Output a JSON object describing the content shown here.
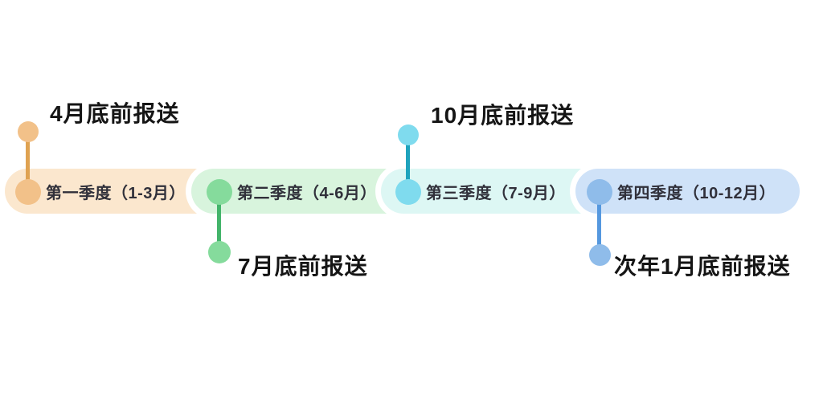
{
  "figure": {
    "type": "timeline-diagram",
    "background_color": "#ffffff",
    "pill_text_color": "#30303a",
    "deadline_text_color": "#151515",
    "quarters": [
      {
        "label": "第一季度（1-3月）",
        "deadline": "4月底前报送",
        "deadline_position": "above",
        "pill_color": "#FBE7CE",
        "dot_color": "#F2C189",
        "line_color": "#DFA251"
      },
      {
        "label": "第二季度（4-6月）",
        "deadline": "7月底前报送",
        "deadline_position": "below",
        "pill_color": "#D8F4DD",
        "dot_color": "#85DB9C",
        "line_color": "#43B46A"
      },
      {
        "label": "第三季度（7-9月）",
        "deadline": "10月底前报送",
        "deadline_position": "above",
        "pill_color": "#DDF7F4",
        "dot_color": "#7FDBEE",
        "line_color": "#1FA3BD"
      },
      {
        "label": "第四季度（10-12月）",
        "deadline": "次年1月底前报送",
        "deadline_position": "below",
        "pill_color": "#CFE2F8",
        "dot_color": "#8FBCEA",
        "line_color": "#5598DF"
      }
    ]
  }
}
